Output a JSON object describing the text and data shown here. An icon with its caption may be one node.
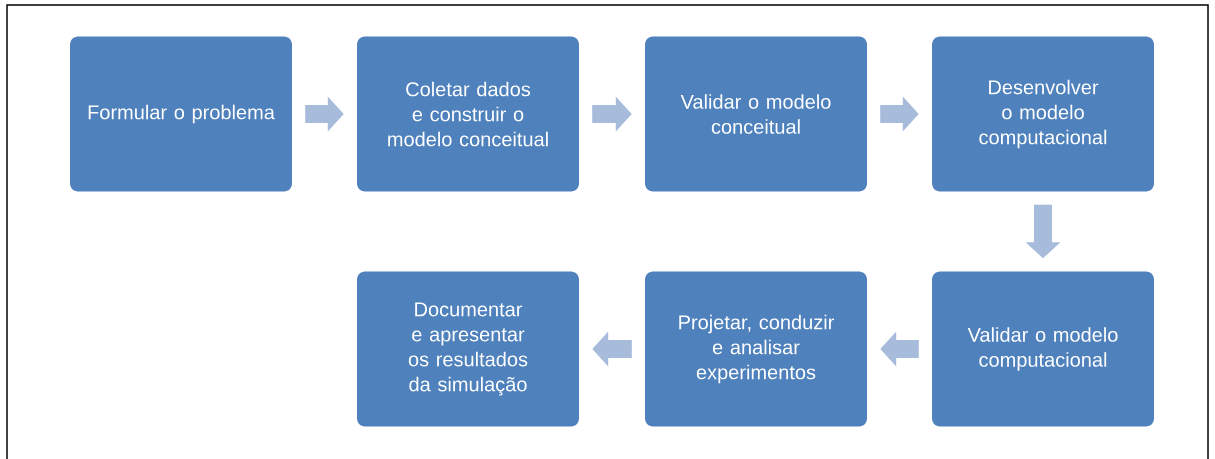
{
  "diagram": {
    "nodes": [
      {
        "text": [
          "Formular o problema"
        ]
      },
      {
        "text": [
          "Coletar dados e construir o modelo conceitual"
        ]
      },
      {
        "text": [
          "Validar o modelo conceitual"
        ]
      },
      {
        "text": [
          "Desenvolver o modelo computacional"
        ]
      },
      {
        "text": [
          "Documentar e apresentar os resultados da simulação"
        ]
      },
      {
        "text": [
          "Projetar, conduzir e analisar experimentos"
        ]
      },
      {
        "text": [
          "Validar o modelo computacional"
        ]
      }
    ],
    "edges": [
      {
        "from": 0,
        "to": 1,
        "arrow": "to"
      },
      {
        "from": 1,
        "to": 2,
        "arrow": "to"
      },
      {
        "from": 2,
        "to": 3,
        "arrow": "to"
      },
      {
        "from": 3,
        "to": 6,
        "arrow": "to"
      },
      {
        "from": 6,
        "to": 5,
        "arrow": "to"
      },
      {
        "from": 5,
        "to": 4,
        "arrow": "to"
      }
    ]
  }
}
